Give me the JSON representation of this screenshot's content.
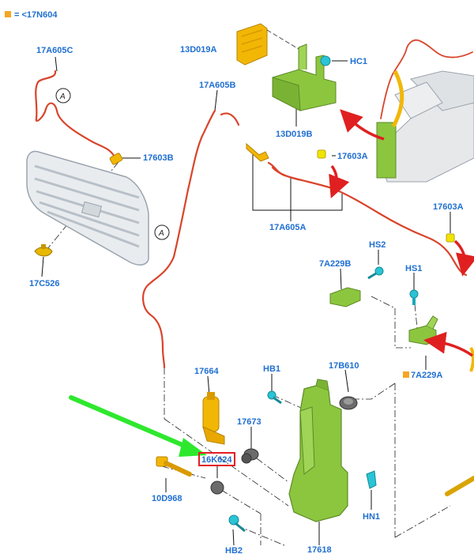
{
  "legend": {
    "text": "= <17N604",
    "color": "#f5a623"
  },
  "colors": {
    "hose": "#d9442b",
    "part_green": "#8cc63f",
    "part_yellow": "#f2b705",
    "part_cyan": "#29c4d6",
    "part_grey": "#6b6b6b",
    "label": "#1f6fd1",
    "arrow_red": "#e02020",
    "arrow_green": "#2ee82e",
    "highlight_box": "#e31e24"
  },
  "callout_letter": "A",
  "labels": {
    "l17A605C": "17A605C",
    "l13D019A": "13D019A",
    "lHC1": "HC1",
    "l17A605B": "17A605B",
    "l13D019B": "13D019B",
    "l17603B": "17603B",
    "l17603A_top": "17603A",
    "l17C526": "17C526",
    "l17A605A": "17A605A",
    "l17603A_right": "17603A",
    "lHS2": "HS2",
    "l7A229B": "7A229B",
    "lHS1": "HS1",
    "l7A229A": "7A229A",
    "l17664": "17664",
    "lHB1": "HB1",
    "l17B610": "17B610",
    "l17673": "17673",
    "l16K624": "16K624",
    "l10D968": "10D968",
    "lHN1": "HN1",
    "lHB2": "HB2",
    "l17618": "17618"
  }
}
